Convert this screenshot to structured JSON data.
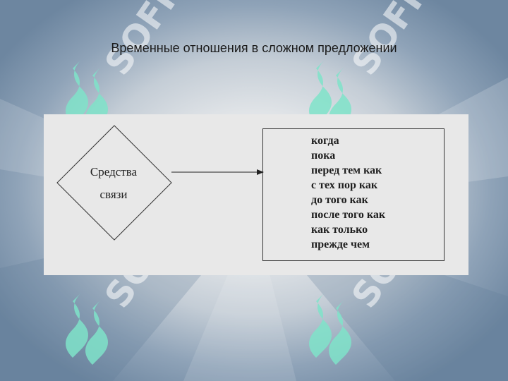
{
  "slide": {
    "title": "Временные отношения в сложном предложении"
  },
  "diagram": {
    "diamond_lines": [
      "Средства",
      "связи"
    ],
    "box_items": [
      "когда",
      "пока",
      "перед тем как",
      "с тех пор как",
      "до того как",
      "после того как",
      "как только",
      "прежде чем"
    ]
  },
  "watermark": {
    "text": "SOFF"
  },
  "colors": {
    "panel_bg": "#e8e8e8",
    "watermark": "#7fe3c9",
    "background_edge": "#6d86a0"
  }
}
